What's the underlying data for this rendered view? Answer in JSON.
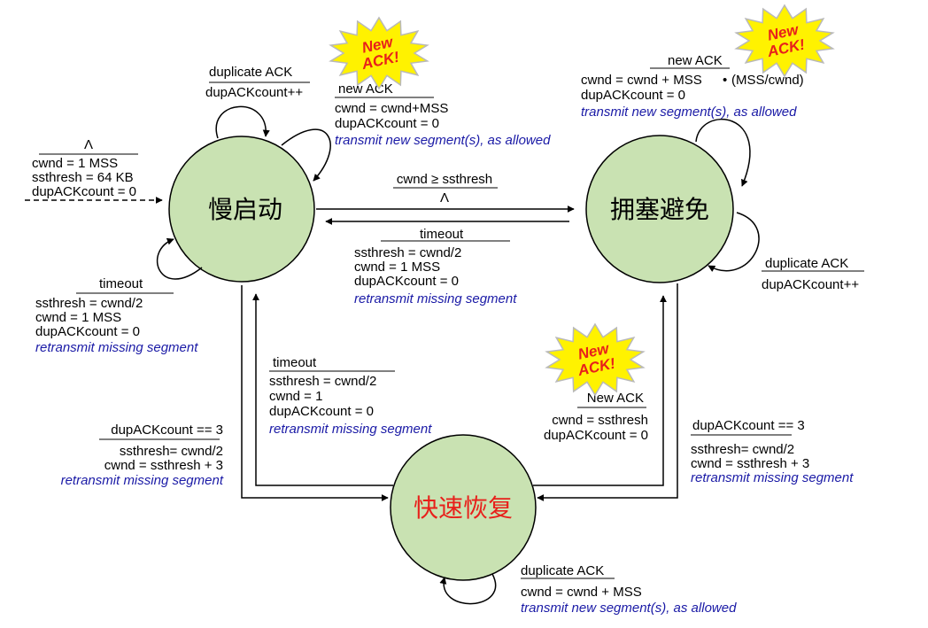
{
  "states": {
    "slow_start": "慢启动",
    "congestion_avoidance": "拥塞避免",
    "fast_recovery": "快速恢复"
  },
  "colors": {
    "state_fill": "#c9e2b2",
    "fast_recovery_text": "#e8201b",
    "action_text": "#1a1aa6",
    "burst_fill": "#fff200"
  },
  "burst": {
    "line1": "New",
    "line2": "ACK!"
  },
  "transitions": {
    "init": {
      "event": "Λ",
      "action1": "cwnd = 1 MSS",
      "action2": "ssthresh = 64 KB",
      "action3": "dupACKcount = 0"
    },
    "ss_dup": {
      "event": "duplicate ACK",
      "action1": "dupACKcount++"
    },
    "ss_newack": {
      "event": "new ACK",
      "action1": "cwnd = cwnd+MSS",
      "action2": "dupACKcount = 0",
      "action3": "transmit new segment(s), as allowed"
    },
    "ss_timeout": {
      "event": "timeout",
      "action1": "ssthresh = cwnd/2",
      "action2": "cwnd = 1 MSS",
      "action3": "dupACKcount = 0",
      "action4": "retransmit missing segment"
    },
    "ss_to_ca": {
      "event": "cwnd ≥ ssthresh",
      "action1": "Λ"
    },
    "ca_to_ss": {
      "event": "timeout",
      "action1": "ssthresh = cwnd/2",
      "action2": "cwnd = 1 MSS",
      "action3": "dupACKcount = 0",
      "action4": "retransmit missing segment"
    },
    "ca_newack": {
      "event": "new ACK",
      "action1": "cwnd = cwnd + MSS",
      "action1_dot": "•",
      "action1_tail": "(MSS/cwnd)",
      "action2": "dupACKcount = 0",
      "action3": "transmit new segment(s), as allowed"
    },
    "ca_dup": {
      "event": "duplicate ACK",
      "action1": "dupACKcount++"
    },
    "fr_to_ss": {
      "event": "timeout",
      "action1": "ssthresh = cwnd/2",
      "action2": "cwnd = 1",
      "action3": "dupACKcount = 0",
      "action4": "retransmit missing segment"
    },
    "ss_to_fr": {
      "event": "dupACKcount == 3",
      "action1": "ssthresh= cwnd/2",
      "action2": "cwnd = ssthresh + 3",
      "action3": "retransmit missing segment"
    },
    "fr_to_ca": {
      "event": "New ACK",
      "action1": "cwnd = ssthresh",
      "action2": "dupACKcount = 0"
    },
    "ca_to_fr": {
      "event": "dupACKcount == 3",
      "action1": "ssthresh= cwnd/2",
      "action2": "cwnd = ssthresh + 3",
      "action3": "retransmit missing segment"
    },
    "fr_dup": {
      "event": "duplicate ACK",
      "action1": "cwnd = cwnd + MSS",
      "action2": "transmit new segment(s), as allowed"
    }
  }
}
